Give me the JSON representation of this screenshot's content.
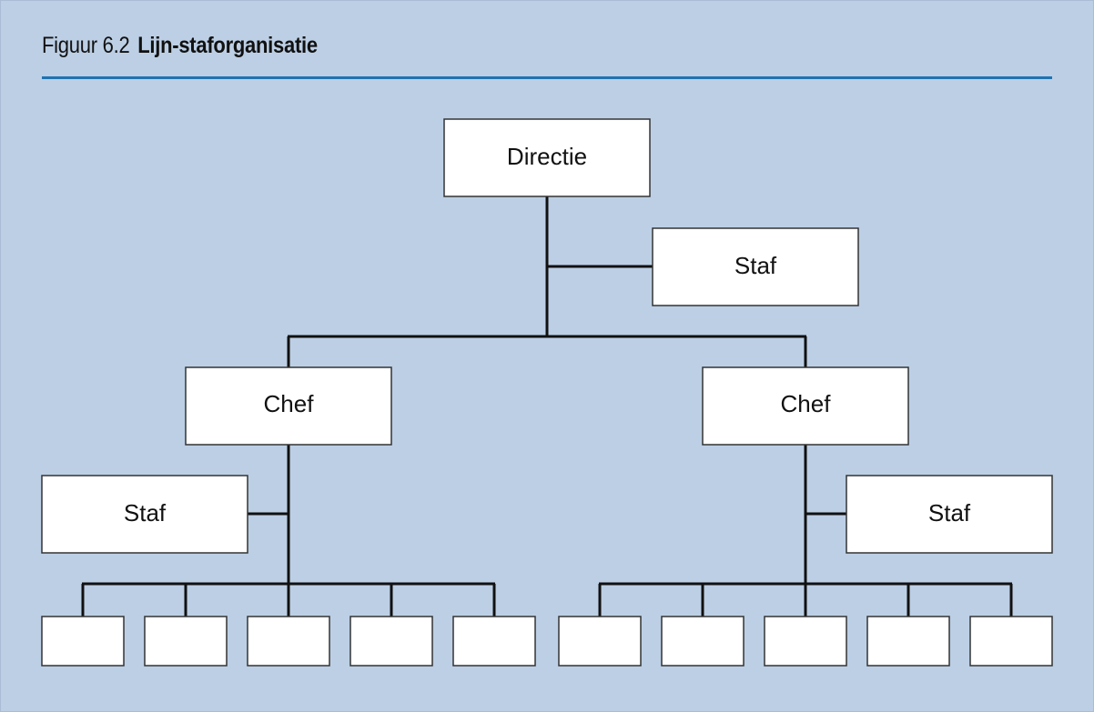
{
  "title": {
    "number": "Figuur 6.2",
    "name": "Lijn-staforganisatie"
  },
  "nodes": {
    "directie": "Directie",
    "staf_top": "Staf",
    "chef_left": "Chef",
    "chef_right": "Chef",
    "staf_left": "Staf",
    "staf_right": "Staf"
  },
  "colors": {
    "background": "#bccfe5",
    "rule": "#1f73b0",
    "box_fill": "#ffffff",
    "line": "#111111"
  }
}
